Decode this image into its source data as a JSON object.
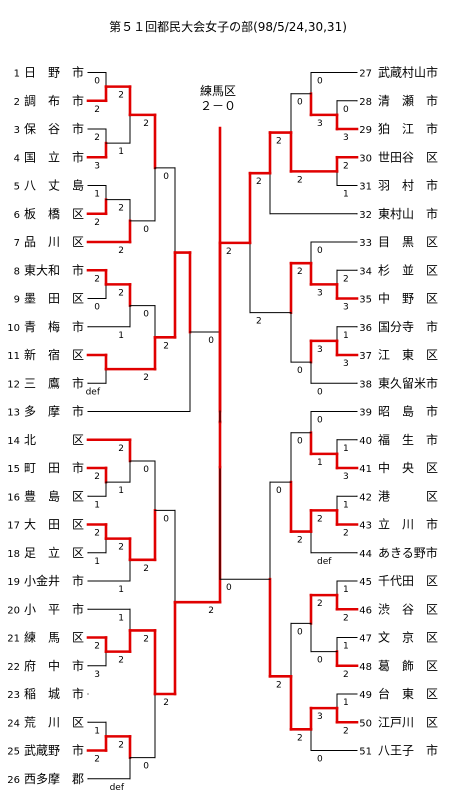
{
  "title": "第５１回都民大会女子の部(98/5/24,30,31)",
  "final": {
    "winner": "練馬区",
    "score": "２－０"
  },
  "colors": {
    "line": "#000000",
    "win": "#e00000"
  },
  "left": {
    "teams": [
      {
        "no": "1",
        "name": "日　野　市"
      },
      {
        "no": "2",
        "name": "調　布　市"
      },
      {
        "no": "3",
        "name": "保　谷　市"
      },
      {
        "no": "4",
        "name": "国　立　市"
      },
      {
        "no": "5",
        "name": "八　丈　島"
      },
      {
        "no": "6",
        "name": "板　橋　区"
      },
      {
        "no": "7",
        "name": "品　川　区"
      },
      {
        "no": "8",
        "name": "東大和　市"
      },
      {
        "no": "9",
        "name": "墨　田　区"
      },
      {
        "no": "10",
        "name": "青　梅　市"
      },
      {
        "no": "11",
        "name": "新　宿　区"
      },
      {
        "no": "12",
        "name": "三　鷹　市"
      },
      {
        "no": "13",
        "name": "多　摩　市"
      },
      {
        "no": "14",
        "name": "北　　　区"
      },
      {
        "no": "15",
        "name": "町　田　市"
      },
      {
        "no": "16",
        "name": "豊　島　区"
      },
      {
        "no": "17",
        "name": "大　田　区"
      },
      {
        "no": "18",
        "name": "足　立　区"
      },
      {
        "no": "19",
        "name": "小金井　市"
      },
      {
        "no": "20",
        "name": "小　平　市"
      },
      {
        "no": "21",
        "name": "練　馬　区"
      },
      {
        "no": "22",
        "name": "府　中　市"
      },
      {
        "no": "23",
        "name": "稲　城　市"
      },
      {
        "no": "24",
        "name": "荒　川　区"
      },
      {
        "no": "25",
        "name": "武蔵野　市"
      },
      {
        "no": "26",
        "name": "西多摩　郡"
      }
    ],
    "matches": [
      {
        "id": "L1",
        "a": {
          "slot": 1,
          "score": "0"
        },
        "b": {
          "slot": 2,
          "score": "2"
        },
        "winner": "b"
      },
      {
        "id": "L2",
        "a": {
          "slot": 3,
          "score": "2"
        },
        "b": {
          "slot": 4,
          "score": "3"
        },
        "winner": "b"
      },
      {
        "id": "L3",
        "a": {
          "slot": 5,
          "score": "1"
        },
        "b": {
          "slot": 6,
          "score": "2"
        },
        "winner": "b"
      },
      {
        "id": "L4",
        "a": {
          "slot": 8,
          "score": "2"
        },
        "b": {
          "slot": 9,
          "score": "0"
        },
        "winner": "a"
      },
      {
        "id": "L5",
        "a": {
          "slot": 11,
          "score": ""
        },
        "b": {
          "slot": 12,
          "score": "def"
        },
        "winner": "a"
      },
      {
        "id": "L6",
        "a": {
          "slot": 15,
          "score": "2"
        },
        "b": {
          "slot": 16,
          "score": "1"
        },
        "winner": "a"
      },
      {
        "id": "L7",
        "a": {
          "slot": 17,
          "score": "2"
        },
        "b": {
          "slot": 18,
          "score": "1"
        },
        "winner": "a"
      },
      {
        "id": "L8",
        "a": {
          "slot": 21,
          "score": "2"
        },
        "b": {
          "slot": 22,
          "score": "3"
        },
        "winner": "a"
      },
      {
        "id": "L9",
        "a": {
          "slot": 24,
          "score": "1"
        },
        "b": {
          "slot": 25,
          "score": "2"
        },
        "winner": "b"
      },
      {
        "id": "L10",
        "a": {
          "slot": "L1",
          "score": "2"
        },
        "b": {
          "slot": "L2",
          "score": "1"
        },
        "winner": "a"
      },
      {
        "id": "L11",
        "a": {
          "slot": "L3",
          "score": "2"
        },
        "b": {
          "slot": 7,
          "score": "2"
        },
        "winner": "b"
      },
      {
        "id": "L12",
        "a": {
          "slot": "L4",
          "score": "2"
        },
        "b": {
          "slot": 10,
          "score": "1"
        },
        "winner": "a"
      },
      {
        "id": "L13",
        "a": {
          "slot": 14,
          "score": "2"
        },
        "b": {
          "slot": "L6",
          "score": "1"
        },
        "winner": "a"
      },
      {
        "id": "L14",
        "a": {
          "slot": "L7",
          "score": "2"
        },
        "b": {
          "slot": 19,
          "score": "1"
        },
        "winner": "a"
      },
      {
        "id": "L15",
        "a": {
          "slot": 20,
          "score": "1"
        },
        "b": {
          "slot": "L8",
          "score": "2"
        },
        "winner": "b"
      },
      {
        "id": "L16",
        "a": {
          "slot": "L9",
          "score": "2"
        },
        "b": {
          "slot": 26,
          "score": "def"
        },
        "winner": "a"
      },
      {
        "id": "L17",
        "a": {
          "slot": "L10",
          "score": "2"
        },
        "b": {
          "slot": "L11",
          "score": "0"
        },
        "winner": "a"
      },
      {
        "id": "L18",
        "a": {
          "slot": "L12",
          "score": "0"
        },
        "b": {
          "slot": "L5",
          "score": "2"
        },
        "winner": "b"
      },
      {
        "id": "L19",
        "a": {
          "slot": "L13",
          "score": "0"
        },
        "b": {
          "slot": "L14",
          "score": "2"
        },
        "winner": "b"
      },
      {
        "id": "L20",
        "a": {
          "slot": "L15",
          "score": "2"
        },
        "b": {
          "slot": "L16",
          "score": "0"
        },
        "winner": "a"
      },
      {
        "id": "L21",
        "a": {
          "slot": "L17",
          "score": "0"
        },
        "b": {
          "slot": "L18",
          "score": "2"
        },
        "winner": "b"
      },
      {
        "id": "L22",
        "a": {
          "slot": 13,
          "score": ""
        },
        "b": {
          "slot": "L21",
          "score": ""
        },
        "winner": "b"
      },
      {
        "id": "L23",
        "a": {
          "slot": "L19",
          "score": "0"
        },
        "b": {
          "slot": "L20",
          "score": "2"
        },
        "winner": "b"
      },
      {
        "id": "L24",
        "a": {
          "slot": "L22",
          "score": "0"
        },
        "b": {
          "slot": "L23",
          "score": "2"
        },
        "winner": "b"
      }
    ]
  },
  "right": {
    "teams": [
      {
        "no": "27",
        "name": "武蔵村山市"
      },
      {
        "no": "28",
        "name": "清　瀬　市"
      },
      {
        "no": "29",
        "name": "狛　江　市"
      },
      {
        "no": "30",
        "name": "世田谷　区"
      },
      {
        "no": "31",
        "name": "羽　村　市"
      },
      {
        "no": "32",
        "name": "東村山　市"
      },
      {
        "no": "33",
        "name": "目　黒　区"
      },
      {
        "no": "34",
        "name": "杉　並　区"
      },
      {
        "no": "35",
        "name": "中　野　区"
      },
      {
        "no": "36",
        "name": "国分寺　市"
      },
      {
        "no": "37",
        "name": "江　東　区"
      },
      {
        "no": "38",
        "name": "東久留米市"
      },
      {
        "no": "39",
        "name": "昭　島　市"
      },
      {
        "no": "40",
        "name": "福　生　市"
      },
      {
        "no": "41",
        "name": "中　央　区"
      },
      {
        "no": "42",
        "name": "港　　　区"
      },
      {
        "no": "43",
        "name": "立　川　市"
      },
      {
        "no": "44",
        "name": "あきる野市"
      },
      {
        "no": "45",
        "name": "千代田　区"
      },
      {
        "no": "46",
        "name": "渋　谷　区"
      },
      {
        "no": "47",
        "name": "文　京　区"
      },
      {
        "no": "48",
        "name": "葛　飾　区"
      },
      {
        "no": "49",
        "name": "台　東　区"
      },
      {
        "no": "50",
        "name": "江戸川　区"
      },
      {
        "no": "51",
        "name": "八王子　市"
      }
    ],
    "matches": [
      {
        "id": "R1",
        "a": {
          "slot": 2,
          "score": "0"
        },
        "b": {
          "slot": 3,
          "score": "3"
        },
        "winner": "b"
      },
      {
        "id": "R2",
        "a": {
          "slot": 8,
          "score": "2"
        },
        "b": {
          "slot": 9,
          "score": "3"
        },
        "winner": "b"
      },
      {
        "id": "R3",
        "a": {
          "slot": 10,
          "score": "1"
        },
        "b": {
          "slot": 11,
          "score": "3"
        },
        "winner": "b"
      },
      {
        "id": "R4",
        "a": {
          "slot": 14,
          "score": "1"
        },
        "b": {
          "slot": 15,
          "score": "3"
        },
        "winner": "b"
      },
      {
        "id": "R5",
        "a": {
          "slot": 16,
          "score": "1"
        },
        "b": {
          "slot": 17,
          "score": "2"
        },
        "winner": "b"
      },
      {
        "id": "R6",
        "a": {
          "slot": 19,
          "score": "1"
        },
        "b": {
          "slot": 20,
          "score": "2"
        },
        "winner": "b"
      },
      {
        "id": "R7",
        "a": {
          "slot": 21,
          "score": "1"
        },
        "b": {
          "slot": 22,
          "score": "2"
        },
        "winner": "b"
      },
      {
        "id": "R8",
        "a": {
          "slot": 23,
          "score": "1"
        },
        "b": {
          "slot": 24,
          "score": "2"
        },
        "winner": "b"
      },
      {
        "id": "R9",
        "a": {
          "slot": 1,
          "score": "0"
        },
        "b": {
          "slot": "R1",
          "score": "3"
        },
        "winner": "b"
      },
      {
        "id": "R10",
        "a": {
          "slot": 4,
          "score": "2"
        },
        "b": {
          "slot": 5,
          "score": "1"
        },
        "winner": "a"
      },
      {
        "id": "R11",
        "a": {
          "slot": 7,
          "score": "0"
        },
        "b": {
          "slot": "R2",
          "score": "3"
        },
        "winner": "b"
      },
      {
        "id": "R12",
        "a": {
          "slot": "R3",
          "score": "3"
        },
        "b": {
          "slot": 12,
          "score": "0"
        },
        "winner": "a"
      },
      {
        "id": "R13",
        "a": {
          "slot": 13,
          "score": "0"
        },
        "b": {
          "slot": "R4",
          "score": "1"
        },
        "winner": "b"
      },
      {
        "id": "R14",
        "a": {
          "slot": "R5",
          "score": "2"
        },
        "b": {
          "slot": 18,
          "score": "def"
        },
        "winner": "a"
      },
      {
        "id": "R15",
        "a": {
          "slot": "R6",
          "score": "2"
        },
        "b": {
          "slot": "R7",
          "score": "0"
        },
        "winner": "a"
      },
      {
        "id": "R16",
        "a": {
          "slot": "R8",
          "score": "3"
        },
        "b": {
          "slot": 25,
          "score": "0"
        },
        "winner": "a"
      },
      {
        "id": "R17",
        "a": {
          "slot": "R9",
          "score": "0"
        },
        "b": {
          "slot": "R10",
          "score": "2"
        },
        "winner": "b"
      },
      {
        "id": "R18",
        "a": {
          "slot": 6,
          "score": ""
        },
        "b": {
          "slot": "R17",
          "score": "2"
        },
        "winner": "b"
      },
      {
        "id": "R19",
        "a": {
          "slot": "R11",
          "score": "2"
        },
        "b": {
          "slot": "R12",
          "score": "0"
        },
        "winner": "a"
      },
      {
        "id": "R20",
        "a": {
          "slot": "R13",
          "score": "0"
        },
        "b": {
          "slot": "R14",
          "score": "2"
        },
        "winner": "b"
      },
      {
        "id": "R21",
        "a": {
          "slot": "R15",
          "score": "0"
        },
        "b": {
          "slot": "R16",
          "score": "2"
        },
        "winner": "b"
      },
      {
        "id": "R22",
        "a": {
          "slot": "R18",
          "score": "2"
        },
        "b": {
          "slot": "R19",
          "score": "2"
        },
        "winner": "a"
      },
      {
        "id": "R23",
        "a": {
          "slot": "R20",
          "score": "0"
        },
        "b": {
          "slot": "R21",
          "score": "2"
        },
        "winner": "b"
      },
      {
        "id": "R24",
        "a": {
          "slot": "R22",
          "score": "2"
        },
        "b": {
          "slot": "R23",
          "score": "0"
        },
        "winner": "a"
      }
    ]
  }
}
